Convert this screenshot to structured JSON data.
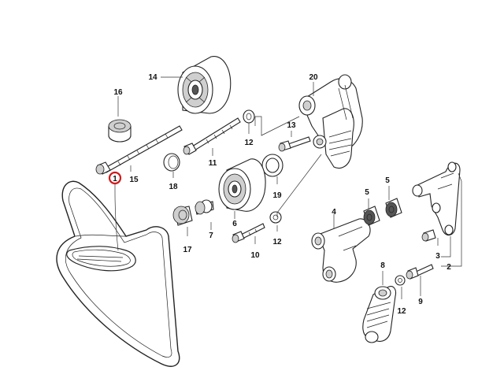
{
  "diagram": {
    "highlight_color": "#d01a1a",
    "callouts": [
      {
        "id": "c1",
        "text": "1",
        "highlighted": true
      },
      {
        "id": "c2",
        "text": "2"
      },
      {
        "id": "c3",
        "text": "3"
      },
      {
        "id": "c4",
        "text": "4"
      },
      {
        "id": "c5a",
        "text": "5"
      },
      {
        "id": "c5b",
        "text": "5"
      },
      {
        "id": "c6",
        "text": "6"
      },
      {
        "id": "c7",
        "text": "7"
      },
      {
        "id": "c8",
        "text": "8"
      },
      {
        "id": "c9",
        "text": "9"
      },
      {
        "id": "c10",
        "text": "10"
      },
      {
        "id": "c11",
        "text": "11"
      },
      {
        "id": "c12a",
        "text": "12"
      },
      {
        "id": "c12b",
        "text": "12"
      },
      {
        "id": "c12c",
        "text": "12"
      },
      {
        "id": "c13",
        "text": "13"
      },
      {
        "id": "c14",
        "text": "14"
      },
      {
        "id": "c15",
        "text": "15"
      },
      {
        "id": "c16",
        "text": "16"
      },
      {
        "id": "c17",
        "text": "17"
      },
      {
        "id": "c18",
        "text": "18"
      },
      {
        "id": "c19",
        "text": "19"
      },
      {
        "id": "c20",
        "text": "20"
      }
    ]
  }
}
